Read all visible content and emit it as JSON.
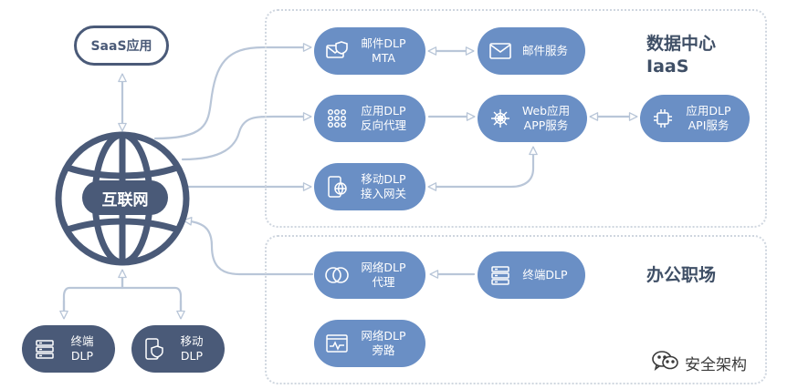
{
  "datacenter": {
    "title_line1": "数据中心",
    "title_line2": "IaaS"
  },
  "office": {
    "title": "办公职场"
  },
  "saas": {
    "label": "SaaS应用"
  },
  "internet": {
    "label": "互联网"
  },
  "nodes": {
    "mail_dlp": {
      "line1": "邮件DLP",
      "line2": "MTA",
      "icon": "mail-shield-icon"
    },
    "mail_service": {
      "line1": "邮件服务",
      "icon": "envelope-icon"
    },
    "app_dlp": {
      "line1": "应用DLP",
      "line2": "反向代理",
      "icon": "dot-grid-icon"
    },
    "web_app": {
      "line1": "Web应用",
      "line2": "APP服务",
      "icon": "web-icon"
    },
    "app_dlp_api": {
      "line1": "应用DLP",
      "line2": "API服务",
      "icon": "chip-icon"
    },
    "mobile_dlp": {
      "line1": "移动DLP",
      "line2": "接入网关",
      "icon": "mobile-globe-icon"
    },
    "net_dlp_proxy": {
      "line1": "网络DLP",
      "line2": "代理",
      "icon": "rings-icon"
    },
    "endpoint_dlp_office": {
      "line1": "终端DLP",
      "icon": "server-icon"
    },
    "net_dlp_bypass": {
      "line1": "网络DLP",
      "line2": "旁路",
      "icon": "monitor-icon"
    },
    "endpoint_dlp_remote": {
      "line1": "终端",
      "line2": "DLP",
      "icon": "server-icon"
    },
    "mobile_dlp_remote": {
      "line1": "移动",
      "line2": "DLP",
      "icon": "phone-shield-icon"
    }
  },
  "watermark": {
    "text": "安全架构",
    "icon": "wechat-icon"
  },
  "colors": {
    "node": "#6a8fc5",
    "dark": "#4a5a78",
    "connector": "#b9c6d8",
    "zone": "#cfd6df"
  }
}
